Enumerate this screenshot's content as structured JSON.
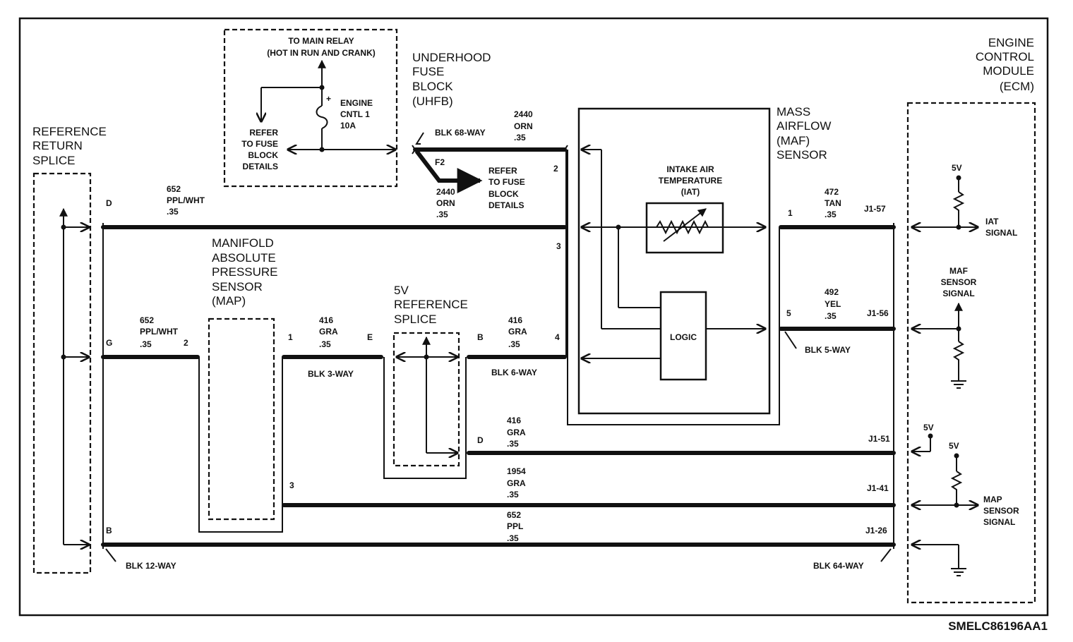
{
  "ecm": {
    "title": [
      "ENGINE",
      "CONTROL",
      "MODULE",
      "(ECM)"
    ]
  },
  "ref_return_splice": {
    "title": [
      "REFERENCE",
      "RETURN",
      "SPLICE"
    ]
  },
  "uhfb": {
    "title": [
      "UNDERHOOD",
      "FUSE",
      "BLOCK",
      "(UHFB)"
    ]
  },
  "fuse_box": {
    "to_main_relay": [
      "TO MAIN RELAY",
      "(HOT IN RUN AND CRANK)"
    ],
    "fuse_name": [
      "ENGINE",
      "CNTL 1",
      "10A"
    ],
    "plus": "+",
    "refer": [
      "REFER",
      "TO FUSE",
      "BLOCK",
      "DETAILS"
    ]
  },
  "maf": {
    "title": [
      "MASS",
      "AIRFLOW",
      "(MAF)",
      "SENSOR"
    ]
  },
  "iat": {
    "title": [
      "INTAKE AIR",
      "TEMPERATURE",
      "(IAT)"
    ]
  },
  "logic": "LOGIC",
  "map_sensor": {
    "title": [
      "MANIFOLD",
      "ABSOLUTE",
      "PRESSURE",
      "SENSOR",
      "(MAP)"
    ]
  },
  "ref_5v_splice": {
    "title": [
      "5V",
      "REFERENCE",
      "SPLICE"
    ]
  },
  "connectors": {
    "blk68": "BLK 68-WAY",
    "f2": "F2",
    "refer2": [
      "REFER",
      "TO FUSE",
      "BLOCK",
      "DETAILS"
    ],
    "blk3": "BLK 3-WAY",
    "blk6": "BLK 6-WAY",
    "blk5": "BLK 5-WAY",
    "blk12": "BLK 12-WAY",
    "blk64": "BLK 64-WAY"
  },
  "wires": {
    "w2440_top": [
      "2440",
      "ORN",
      ".35"
    ],
    "w2440_bot": [
      "2440",
      "ORN",
      ".35"
    ],
    "w652_top": [
      "652",
      "PPL/WHT",
      ".35"
    ],
    "w652_mid": [
      "652",
      "PPL/WHT",
      ".35"
    ],
    "w416_a": [
      "416",
      "GRA",
      ".35"
    ],
    "w416_b": [
      "416",
      "GRA",
      ".35"
    ],
    "w416_c": [
      "416",
      "GRA",
      ".35"
    ],
    "w472": [
      "472",
      "TAN",
      ".35"
    ],
    "w492": [
      "492",
      "YEL",
      ".35"
    ],
    "w1954": [
      "1954",
      "GRA",
      ".35"
    ],
    "w652_bot": [
      "652",
      "PPL",
      ".35"
    ]
  },
  "pins": {
    "D1": "D",
    "G": "G",
    "B1": "B",
    "p2": "2",
    "p1_map": "1",
    "p3_map": "3",
    "E": "E",
    "B2": "B",
    "p2_maf": "2",
    "p3_maf": "3",
    "p4_maf": "4",
    "D2": "D",
    "p1_maf": "1",
    "p5_maf": "5",
    "j157": "J1-57",
    "j156": "J1-56",
    "j151": "J1-51",
    "j141": "J1-41",
    "j126": "J1-26"
  },
  "ecm_signals": {
    "iat_sig": [
      "IAT",
      "SIGNAL"
    ],
    "maf_sig": [
      "MAF",
      "SENSOR",
      "SIGNAL"
    ],
    "map_sig": [
      "MAP",
      "SENSOR",
      "SIGNAL"
    ],
    "v5": "5V"
  },
  "figure_code": "SMELC86196AA1"
}
